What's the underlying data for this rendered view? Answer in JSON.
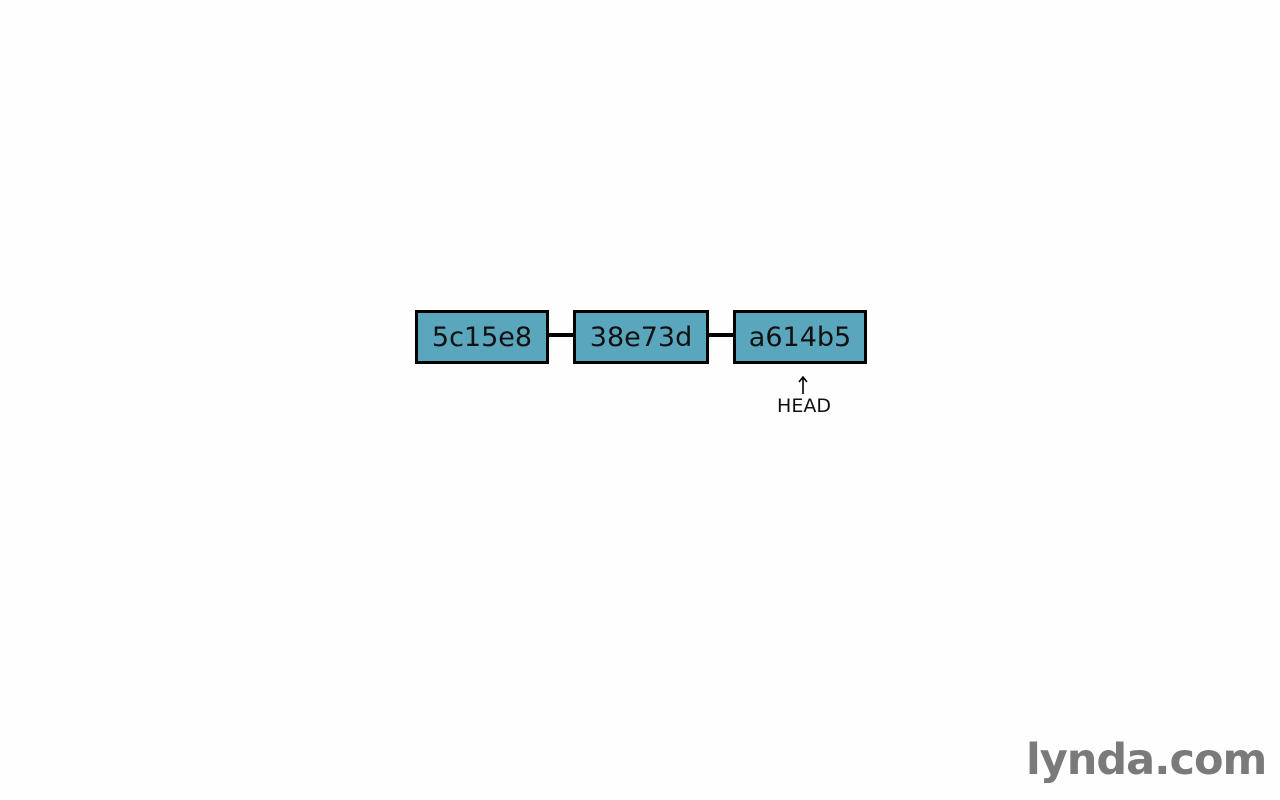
{
  "diagram": {
    "commits": [
      {
        "id": "5c15e8"
      },
      {
        "id": "38e73d"
      },
      {
        "id": "a614b5"
      }
    ],
    "pointer": {
      "label": "HEAD",
      "target": "a614b5"
    }
  },
  "branding": {
    "logo_text": "lynda.com"
  },
  "colors": {
    "commit_fill": "#5aa7bd",
    "border": "#000000",
    "background": "#fefefe",
    "logo": "#7a7a7a"
  }
}
